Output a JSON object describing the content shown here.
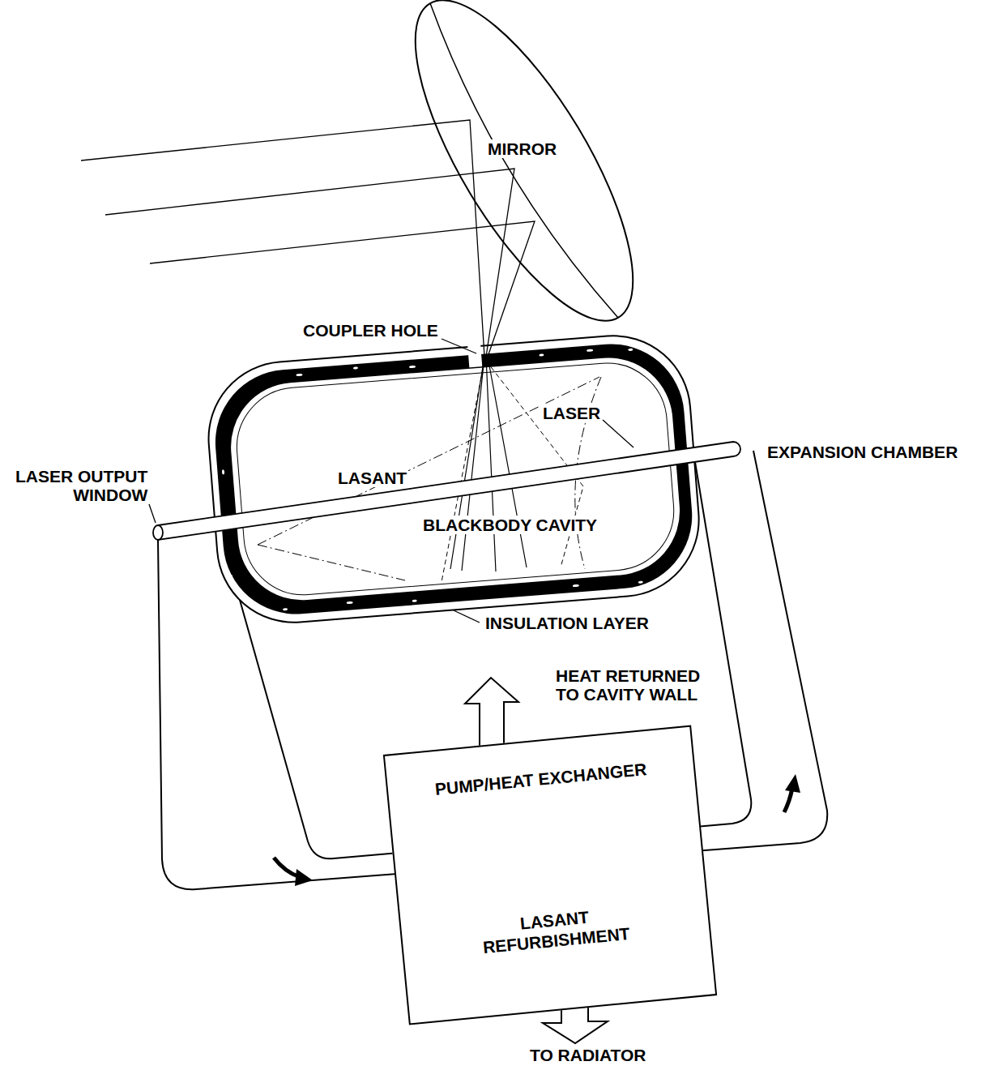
{
  "diagram": {
    "nodes": [
      {
        "text": [
          "PUMP/HEAT EXCHANGER",
          "LASANT REFURBISHMENT"
        ]
      }
    ],
    "labels": [
      "MIRROR",
      "COUPLER HOLE",
      "LASER",
      "EXPANSION CHAMBER",
      "LASER OUTPUT WINDOW",
      "LASANT",
      "BLACKBODY CAVITY",
      "INSULATION LAYER",
      "HEAT RETURNED TO CAVITY WALL",
      "TO RADIATOR"
    ]
  }
}
